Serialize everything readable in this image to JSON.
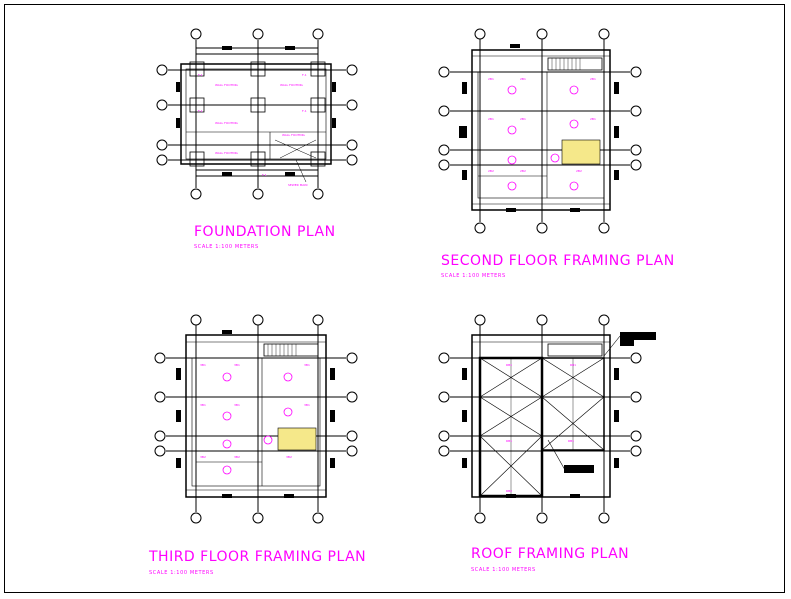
{
  "plans": [
    {
      "id": "foundation",
      "title": "FOUNDATION PLAN",
      "scale": "SCALE 1:100 METERS"
    },
    {
      "id": "second",
      "title": "SECOND FLOOR FRAMING PLAN",
      "scale": "SCALE 1:100 METERS"
    },
    {
      "id": "third",
      "title": "THIRD FLOOR FRAMING PLAN",
      "scale": "SCALE 1:100 METERS"
    },
    {
      "id": "roof",
      "title": "ROOF FRAMING PLAN",
      "scale": "SCALE 1:100 METERS"
    }
  ],
  "colors": {
    "linework": "#000000",
    "annotation": "#ff00ff",
    "stair_fill": "#f5e88a",
    "background": "#ffffff"
  },
  "annotations": {
    "note_tag": "SEWER MAIN"
  }
}
